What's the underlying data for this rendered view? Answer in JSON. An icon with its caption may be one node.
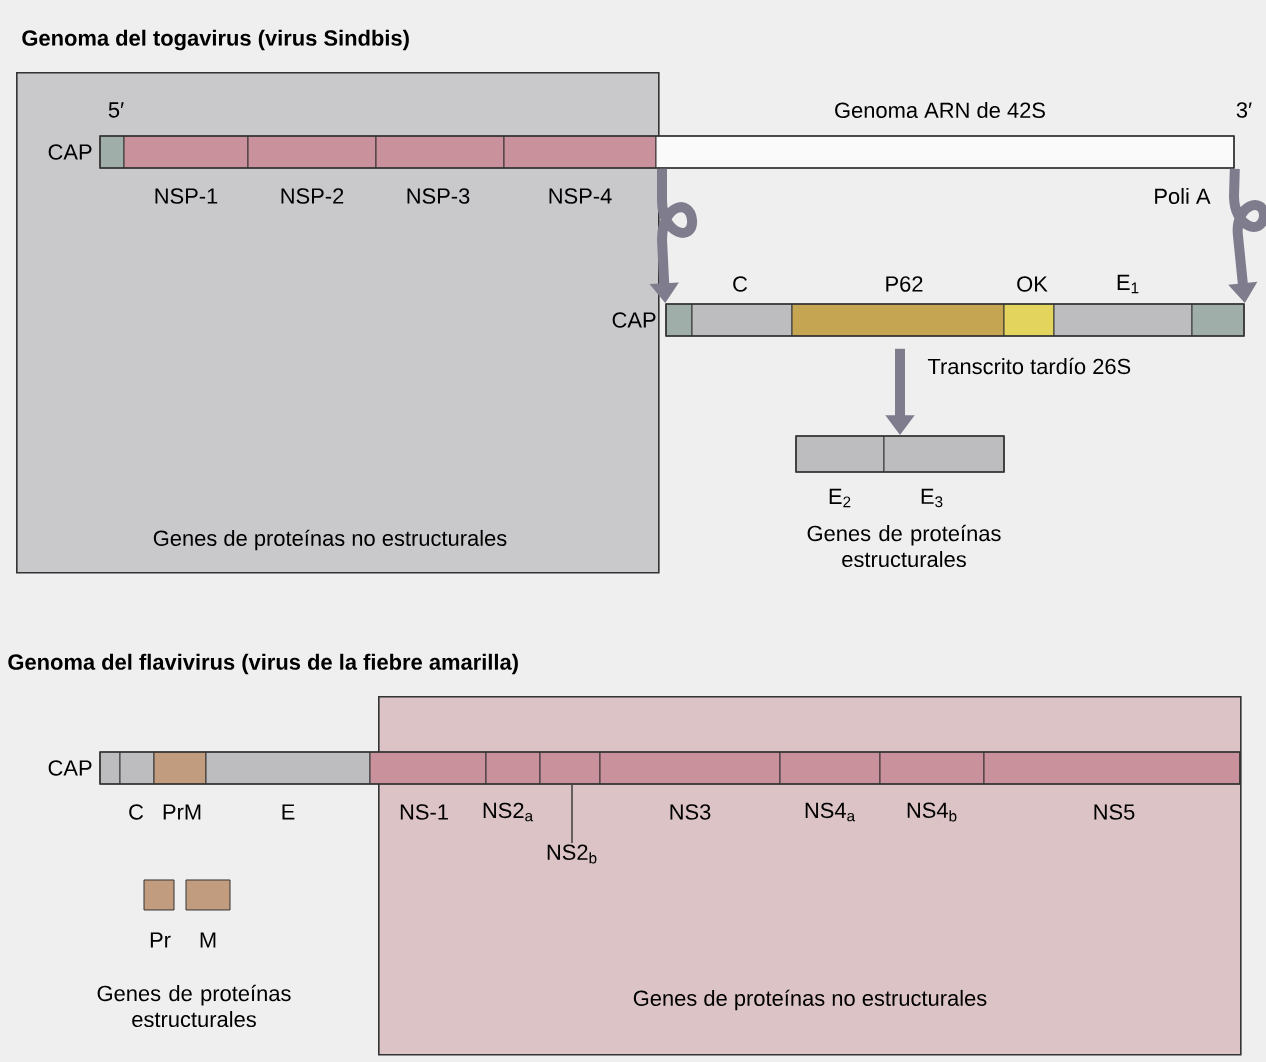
{
  "diagram": {
    "nodes": [
      {
        "text": [
          "Genes de proteínas no estructurales"
        ]
      },
      {
        "text": [
          "Genoma ARN de 42S"
        ],
        "beside": [
          "3′",
          "CAP",
          "Poli A"
        ]
      },
      {
        "text": [
          "Transcrito tardío 26S"
        ],
        "beside": [
          "C",
          "P62",
          "OK",
          "E$_{1}$",
          "CAP"
        ]
      },
      {
        "text": [],
        "shape": "bar",
        "beside": [
          "E$_{2}$",
          "E$_{3}$",
          "Genes de proteínas estructurales"
        ]
      },
      {
        "text": [
          "Genes de proteínas no estructurales"
        ]
      },
      {
        "text": [],
        "shape": "bar",
        "beside": [
          "CAP",
          "C",
          "PrM",
          "E",
          "NS-1",
          "NS2$_{a}$",
          "NS3",
          "NS4$_{a}$",
          "NS4$_{b}$",
          "NS5"
        ]
      },
      {
        "text": [
          "NS2$_{b}$"
        ],
        "in": 4
      }
    ],
    "edges": [
      {
        "from": 1,
        "to": 2,
        "arrow": "to"
      },
      {
        "from": 1,
        "to": 2,
        "arrow": "to"
      },
      {
        "from": 2,
        "to": 3,
        "arrow": "to"
      },
      {
        "from": 6,
        "to": 5,
        "arrow": "none",
        "color": "#333333"
      }
    ],
    "labels": [
      "Genoma del togavirus (virus Sindbis)",
      "5′",
      "NSP-1",
      "NSP-2",
      "NSP-3",
      "NSP-4",
      "Genoma del flavivirus (virus de la fiebre amarilla)",
      "Pr",
      "M",
      "Genes de proteínas estructurales"
    ]
  }
}
